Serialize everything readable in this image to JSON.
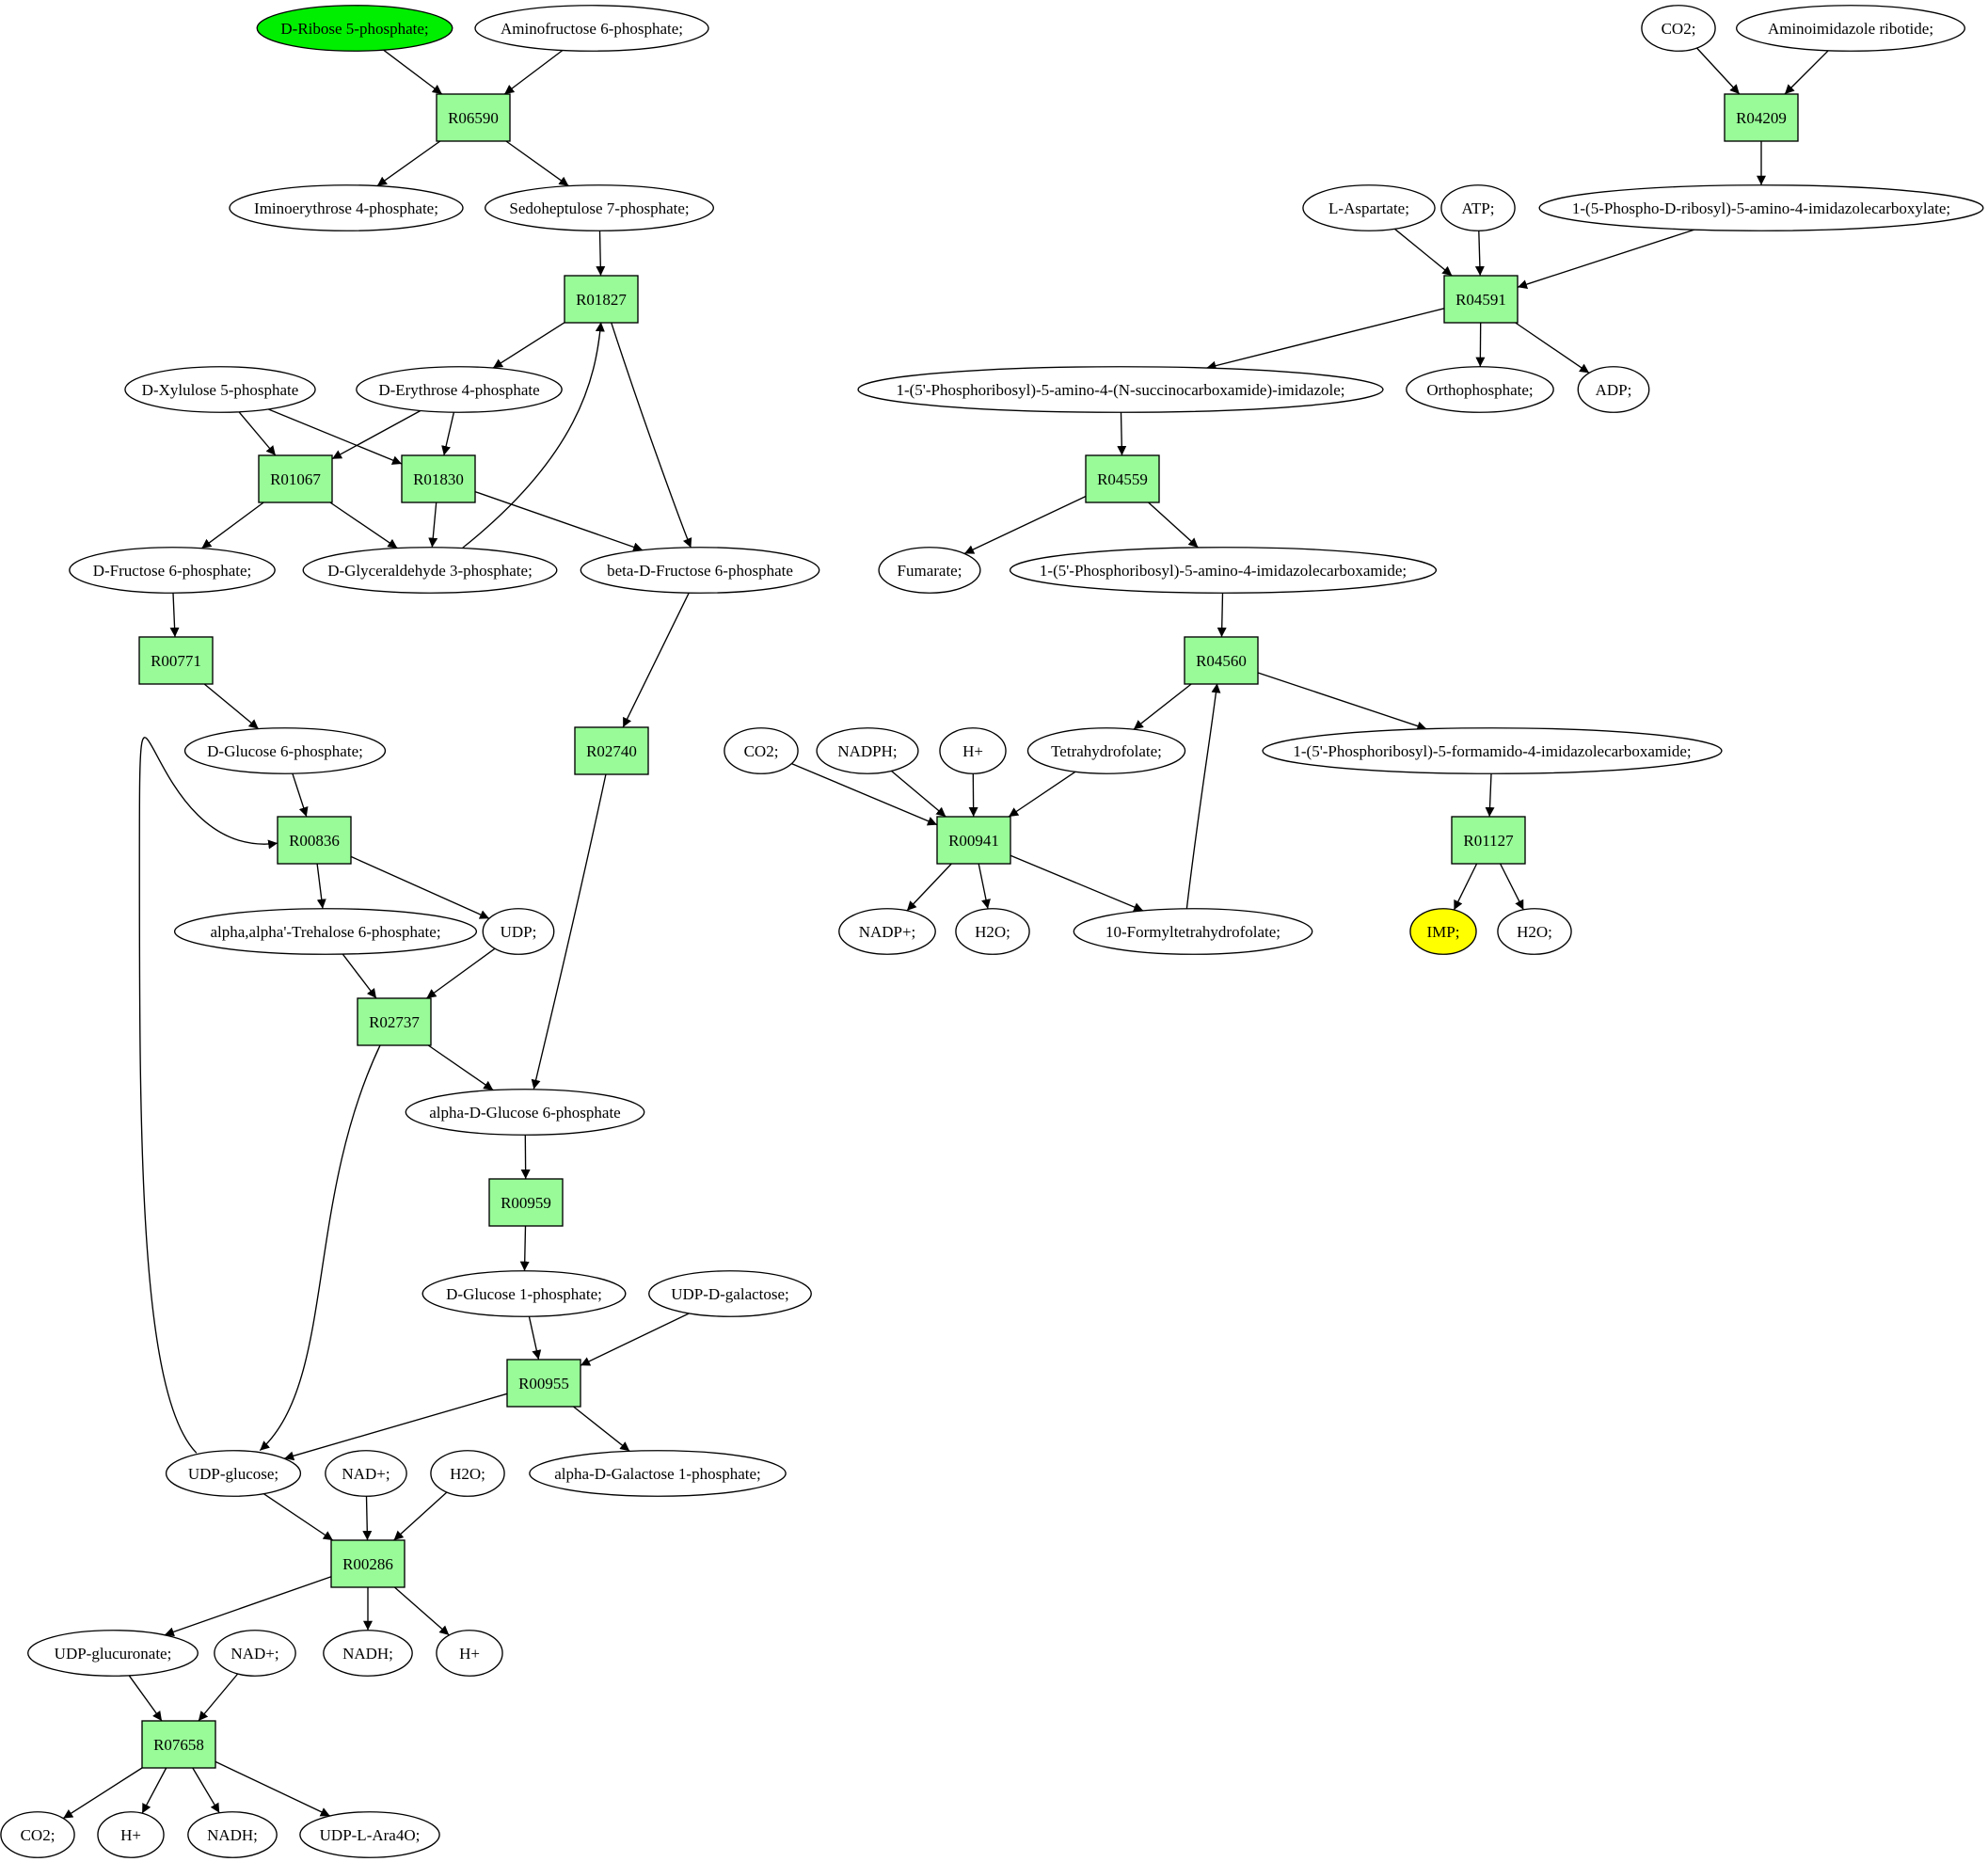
{
  "colors": {
    "reaction": "#98fb98",
    "metabolite": "#ffffff",
    "start": "#00ee00",
    "target": "#ffff00",
    "stroke": "#000000"
  },
  "reactions": [
    {
      "id": "r06590",
      "label": "R06590"
    },
    {
      "id": "r01827",
      "label": "R01827"
    },
    {
      "id": "r01067",
      "label": "R01067"
    },
    {
      "id": "r01830",
      "label": "R01830"
    },
    {
      "id": "r00771",
      "label": "R00771"
    },
    {
      "id": "r02740",
      "label": "R02740"
    },
    {
      "id": "r00836",
      "label": "R00836"
    },
    {
      "id": "r02737",
      "label": "R02737"
    },
    {
      "id": "r00959",
      "label": "R00959"
    },
    {
      "id": "r00955",
      "label": "R00955"
    },
    {
      "id": "r00286",
      "label": "R00286"
    },
    {
      "id": "r07658",
      "label": "R07658"
    },
    {
      "id": "r04209",
      "label": "R04209"
    },
    {
      "id": "r04591",
      "label": "R04591"
    },
    {
      "id": "r04559",
      "label": "R04559"
    },
    {
      "id": "r04560",
      "label": "R04560"
    },
    {
      "id": "r00941",
      "label": "R00941"
    },
    {
      "id": "r01127",
      "label": "R01127"
    }
  ],
  "metabolites": [
    {
      "id": "m_rib5p",
      "label": "D-Ribose 5-phosphate;",
      "role": "start"
    },
    {
      "id": "m_aminofru",
      "label": "Aminofructose 6-phosphate;"
    },
    {
      "id": "m_iminoery",
      "label": "Iminoerythrose 4-phosphate;"
    },
    {
      "id": "m_sedo",
      "label": "Sedoheptulose 7-phosphate;"
    },
    {
      "id": "m_xyl",
      "label": "D-Xylulose 5-phosphate"
    },
    {
      "id": "m_ery",
      "label": "D-Erythrose 4-phosphate"
    },
    {
      "id": "m_fru6p",
      "label": "D-Fructose 6-phosphate;"
    },
    {
      "id": "m_gap",
      "label": "D-Glyceraldehyde 3-phosphate;"
    },
    {
      "id": "m_bfru",
      "label": "beta-D-Fructose 6-phosphate"
    },
    {
      "id": "m_glc6p",
      "label": "D-Glucose 6-phosphate;"
    },
    {
      "id": "m_treh",
      "label": "alpha,alpha'-Trehalose 6-phosphate;"
    },
    {
      "id": "m_udp",
      "label": "UDP;"
    },
    {
      "id": "m_aglc6p",
      "label": "alpha-D-Glucose 6-phosphate"
    },
    {
      "id": "m_glc1p",
      "label": "D-Glucose 1-phosphate;"
    },
    {
      "id": "m_udpgal",
      "label": "UDP-D-galactose;"
    },
    {
      "id": "m_udpglc",
      "label": "UDP-glucose;"
    },
    {
      "id": "m_nad1",
      "label": "NAD+;"
    },
    {
      "id": "m_h2o1",
      "label": "H2O;"
    },
    {
      "id": "m_agal1p",
      "label": "alpha-D-Galactose 1-phosphate;"
    },
    {
      "id": "m_udpglcu",
      "label": "UDP-glucuronate;"
    },
    {
      "id": "m_nad2",
      "label": "NAD+;"
    },
    {
      "id": "m_nadh1",
      "label": "NADH;"
    },
    {
      "id": "m_h1",
      "label": "H+"
    },
    {
      "id": "m_co2a",
      "label": "CO2;"
    },
    {
      "id": "m_h2",
      "label": "H+"
    },
    {
      "id": "m_nadh2",
      "label": "NADH;"
    },
    {
      "id": "m_udpara",
      "label": "UDP-L-Ara4O;"
    },
    {
      "id": "m_co2b",
      "label": "CO2;"
    },
    {
      "id": "m_air",
      "label": "Aminoimidazole ribotide;"
    },
    {
      "id": "m_cair",
      "label": "1-(5-Phospho-D-ribosyl)-5-amino-4-imidazolecarboxylate;"
    },
    {
      "id": "m_asp",
      "label": "L-Aspartate;"
    },
    {
      "id": "m_atp",
      "label": "ATP;"
    },
    {
      "id": "m_saicar",
      "label": "1-(5'-Phosphoribosyl)-5-amino-4-(N-succinocarboxamide)-imidazole;"
    },
    {
      "id": "m_pi",
      "label": "Orthophosphate;"
    },
    {
      "id": "m_adp",
      "label": "ADP;"
    },
    {
      "id": "m_fum",
      "label": "Fumarate;"
    },
    {
      "id": "m_aicar",
      "label": "1-(5'-Phosphoribosyl)-5-amino-4-imidazolecarboxamide;"
    },
    {
      "id": "m_co2c",
      "label": "CO2;"
    },
    {
      "id": "m_nadph",
      "label": "NADPH;"
    },
    {
      "id": "m_h3",
      "label": "H+"
    },
    {
      "id": "m_thf",
      "label": "Tetrahydrofolate;"
    },
    {
      "id": "m_faicar",
      "label": "1-(5'-Phosphoribosyl)-5-formamido-4-imidazolecarboxamide;"
    },
    {
      "id": "m_nadp",
      "label": "NADP+;"
    },
    {
      "id": "m_h2o2",
      "label": "H2O;"
    },
    {
      "id": "m_fthf",
      "label": "10-Formyltetrahydrofolate;"
    },
    {
      "id": "m_imp",
      "label": "IMP;",
      "role": "target"
    },
    {
      "id": "m_h2o3",
      "label": "H2O;"
    }
  ],
  "edges": [
    [
      "m_rib5p",
      "r06590"
    ],
    [
      "m_aminofru",
      "r06590"
    ],
    [
      "r06590",
      "m_iminoery"
    ],
    [
      "r06590",
      "m_sedo"
    ],
    [
      "m_sedo",
      "r01827"
    ],
    [
      "r01827",
      "m_ery"
    ],
    [
      "r01827",
      "m_bfru"
    ],
    [
      "m_xyl",
      "r01067"
    ],
    [
      "m_ery",
      "r01067"
    ],
    [
      "m_xyl",
      "r01830"
    ],
    [
      "m_ery",
      "r01830"
    ],
    [
      "r01067",
      "m_fru6p"
    ],
    [
      "r01067",
      "m_gap"
    ],
    [
      "r01830",
      "m_gap"
    ],
    [
      "r01830",
      "m_bfru"
    ],
    [
      "m_gap",
      "r01827"
    ],
    [
      "m_fru6p",
      "r00771"
    ],
    [
      "r00771",
      "m_glc6p"
    ],
    [
      "m_bfru",
      "r02740"
    ],
    [
      "r02740",
      "m_aglc6p"
    ],
    [
      "m_glc6p",
      "r00836"
    ],
    [
      "m_udpglc",
      "r00836"
    ],
    [
      "r00836",
      "m_treh"
    ],
    [
      "r00836",
      "m_udp"
    ],
    [
      "m_treh",
      "r02737"
    ],
    [
      "m_udp",
      "r02737"
    ],
    [
      "r02737",
      "m_aglc6p"
    ],
    [
      "r02737",
      "m_udpglc"
    ],
    [
      "m_aglc6p",
      "r00959"
    ],
    [
      "r00959",
      "m_glc1p"
    ],
    [
      "m_glc1p",
      "r00955"
    ],
    [
      "m_udpgal",
      "r00955"
    ],
    [
      "r00955",
      "m_udpglc"
    ],
    [
      "r00955",
      "m_agal1p"
    ],
    [
      "m_udpglc",
      "r00286"
    ],
    [
      "m_nad1",
      "r00286"
    ],
    [
      "m_h2o1",
      "r00286"
    ],
    [
      "r00286",
      "m_udpglcu"
    ],
    [
      "r00286",
      "m_nadh1"
    ],
    [
      "r00286",
      "m_h1"
    ],
    [
      "m_udpglcu",
      "r07658"
    ],
    [
      "m_nad2",
      "r07658"
    ],
    [
      "r07658",
      "m_co2a"
    ],
    [
      "r07658",
      "m_h2"
    ],
    [
      "r07658",
      "m_nadh2"
    ],
    [
      "r07658",
      "m_udpara"
    ],
    [
      "m_co2b",
      "r04209"
    ],
    [
      "m_air",
      "r04209"
    ],
    [
      "r04209",
      "m_cair"
    ],
    [
      "m_asp",
      "r04591"
    ],
    [
      "m_atp",
      "r04591"
    ],
    [
      "m_cair",
      "r04591"
    ],
    [
      "r04591",
      "m_saicar"
    ],
    [
      "r04591",
      "m_pi"
    ],
    [
      "r04591",
      "m_adp"
    ],
    [
      "m_saicar",
      "r04559"
    ],
    [
      "r04559",
      "m_fum"
    ],
    [
      "r04559",
      "m_aicar"
    ],
    [
      "m_aicar",
      "r04560"
    ],
    [
      "m_fthf",
      "r04560"
    ],
    [
      "r04560",
      "m_thf"
    ],
    [
      "r04560",
      "m_faicar"
    ],
    [
      "m_co2c",
      "r00941"
    ],
    [
      "m_nadph",
      "r00941"
    ],
    [
      "m_h3",
      "r00941"
    ],
    [
      "m_thf",
      "r00941"
    ],
    [
      "r00941",
      "m_nadp"
    ],
    [
      "r00941",
      "m_h2o2"
    ],
    [
      "r00941",
      "m_fthf"
    ],
    [
      "m_faicar",
      "r01127"
    ],
    [
      "r01127",
      "m_imp"
    ],
    [
      "r01127",
      "m_h2o3"
    ]
  ]
}
